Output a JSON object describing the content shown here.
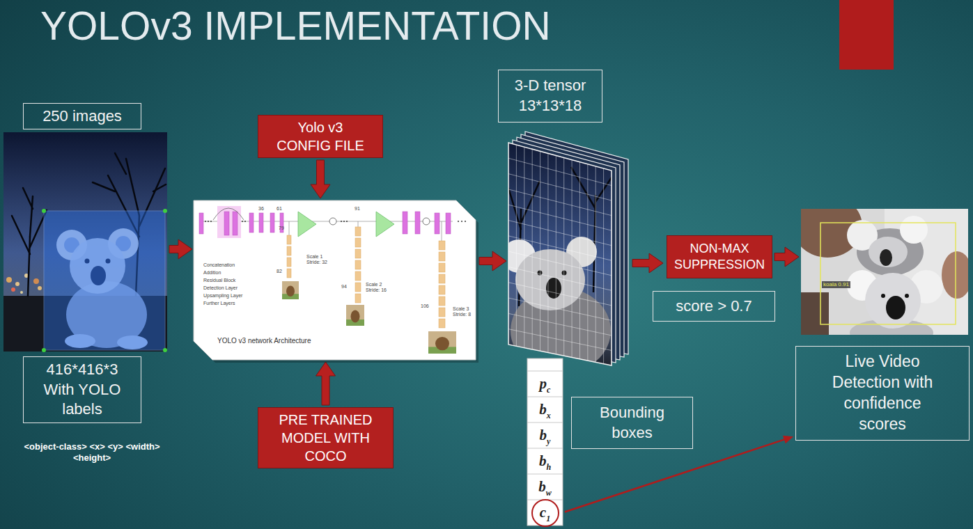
{
  "diagram": {
    "title": "YOLOv3 IMPLEMENTATION",
    "nodes": [
      {
        "text": [
          "250 images"
        ]
      },
      {
        "text": [
          "416*416*3 With YOLO labels"
        ]
      },
      {
        "text": [
          "Yolo v3 CONFIG FILE"
        ]
      },
      {
        "text": [
          "YOLO v3 network Architecture"
        ]
      },
      {
        "text": [
          "PRE TRAINED MODEL WITH COCO"
        ]
      },
      {
        "text": [
          "3-D tensor 13*13*18"
        ]
      },
      {
        "text": [
          "NON-MAX SUPPRESSION"
        ]
      },
      {
        "text": [
          "koala 0.91"
        ]
      },
      {
        "text": [
          "score > 0.7"
        ]
      },
      {
        "text": [
          "pc"
        ]
      },
      {
        "text": [
          "bx"
        ]
      },
      {
        "text": [
          "by"
        ]
      },
      {
        "text": [
          "bh"
        ]
      },
      {
        "text": [
          "bw"
        ]
      },
      {
        "text": [
          "c1"
        ]
      },
      {
        "text": [
          "Bounding boxes"
        ]
      },
      {
        "text": [
          "Live Video Detection with confidence scores"
        ]
      }
    ],
    "edges": [
      {
        "from": 2,
        "to": 3,
        "arrow": "to"
      },
      {
        "from": 4,
        "to": 3,
        "arrow": "to"
      },
      {
        "from": 6,
        "to": 7,
        "arrow": "to"
      },
      {
        "from": 14,
        "to": 16,
        "arrow": "to"
      }
    ],
    "labels": [
      "<object-class> <x> <y> <width> <height>",
      "36",
      "61",
      "79",
      "91",
      "82",
      "94",
      "106",
      "Concatenation",
      "Addition",
      "Residual Block",
      "Detection Layer",
      "Upsampling Layer",
      "Further Layers",
      "Scale 1 Stride: 32",
      "Scale 2 Stride: 16",
      "Scale 3 Stride: 8"
    ]
  }
}
